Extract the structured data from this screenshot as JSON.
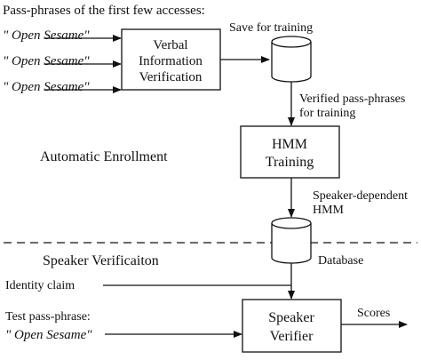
{
  "header": {
    "text": "Pass-phrases of the first few accesses:"
  },
  "inputs": {
    "phrase_1": "\" Open Sesame\"",
    "phrase_2": "\" Open Sesame\"",
    "phrase_3": "\" Open Sesame\""
  },
  "boxes": {
    "verbal": {
      "line1": "Verbal",
      "line2": "Information",
      "line3": "Verification"
    },
    "hmm": {
      "line1": "HMM",
      "line2": "Training"
    },
    "verifier": {
      "line1": "Speaker",
      "line2": "Verifier"
    }
  },
  "labels": {
    "save": "Save for training",
    "verified_1": "Verified pass-phrases",
    "verified_2": "for training",
    "enrollment": "Automatic Enrollment",
    "spk_dep_1": "Speaker-dependent",
    "spk_dep_2": "HMM",
    "database": "Database",
    "verification": "Speaker Verificaiton",
    "identity": "Identity claim",
    "test_phrase": "Test pass-phrase:",
    "test_quote": "\" Open Sesame\"",
    "scores": "Scores"
  },
  "colors": {
    "ink": "#111111",
    "background": "#ffffff"
  }
}
